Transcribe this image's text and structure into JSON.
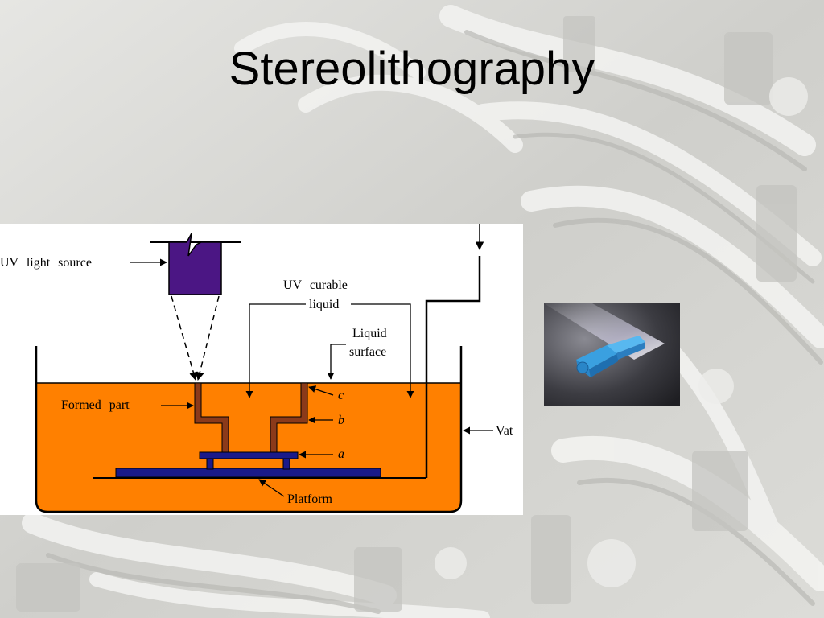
{
  "slide": {
    "title": "Stereolithography"
  },
  "diagram": {
    "labels": {
      "uv_light_source": "UV light source",
      "uv_curable_liquid_line1": "UV curable",
      "uv_curable_liquid_line2": "liquid",
      "liquid_surface_line1": "Liquid",
      "liquid_surface_line2": "surface",
      "formed_part": "Formed part",
      "layer_c": "c",
      "layer_b": "b",
      "layer_a": "a",
      "vat": "Vat",
      "platform": "Platform"
    },
    "colors": {
      "liquid": "#ff8000",
      "light_source": "#4b1684",
      "part": "#8b3a1a",
      "platform": "#1a1a8a"
    }
  },
  "photo": {
    "icon": "uv-beam-curing-part-icon"
  },
  "background": {
    "icon": "machinery-photo-background"
  }
}
